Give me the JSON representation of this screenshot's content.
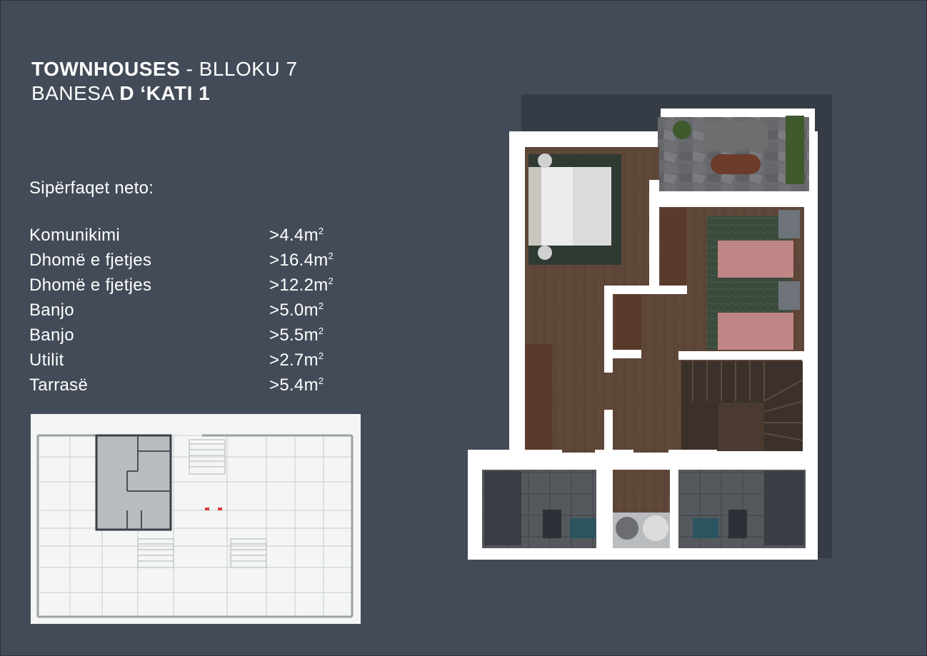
{
  "header": {
    "line1_bold": "TOWNHOUSES",
    "line1_rest": " - BLLOKU 7",
    "line2_light": "BANESA ",
    "line2_bold": "D ‘KATI 1"
  },
  "areas": {
    "label": "Sipërfaqet neto:",
    "rows": [
      {
        "name": "Komunikimi",
        "value": ">4.4m",
        "unit_sup": "2"
      },
      {
        "name": "Dhomë e fjetjes",
        "value": ">16.4m",
        "unit_sup": "2"
      },
      {
        "name": "Dhomë e fjetjes",
        "value": ">12.2m",
        "unit_sup": "2"
      },
      {
        "name": "Banjo",
        "value": ">5.0m",
        "unit_sup": "2"
      },
      {
        "name": "Banjo",
        "value": ">5.5m",
        "unit_sup": "2"
      },
      {
        "name": "Utilit",
        "value": ">2.7m",
        "unit_sup": "2"
      },
      {
        "name": "Tarrasë",
        "value": ">5.4m",
        "unit_sup": "2"
      }
    ]
  },
  "colors": {
    "background": "#434b58",
    "wall": "#ffffff",
    "wood_floor": "#5e4638",
    "tile_floor": "#4f5358",
    "keyplan_bg": "#f2f3f3",
    "highlight_unit": "#b9bcbf"
  }
}
